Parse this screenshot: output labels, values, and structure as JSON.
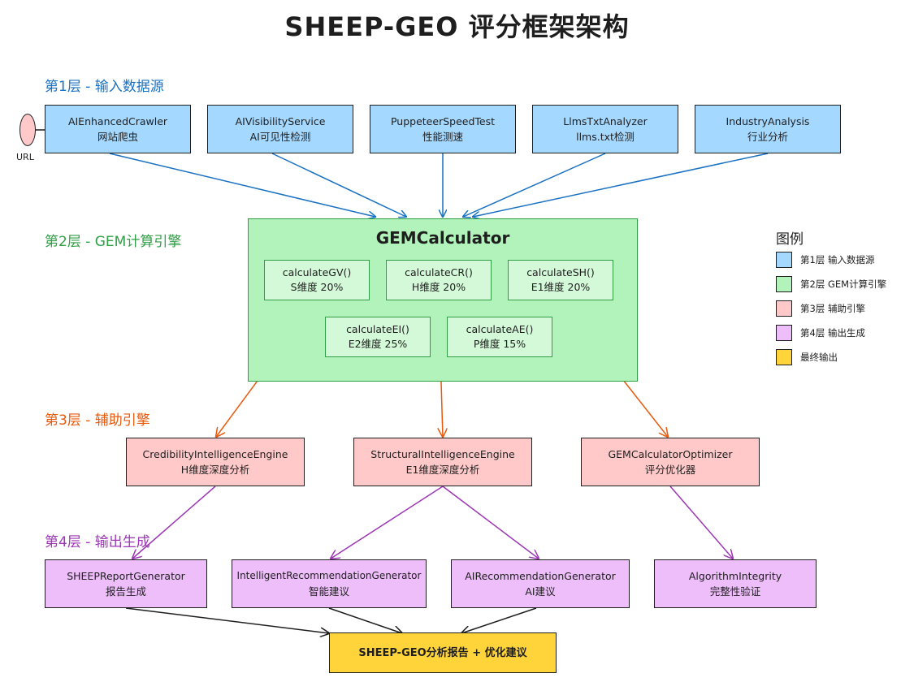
{
  "title": "SHEEP-GEO 评分框架架构",
  "colors": {
    "layer1": "#a5d8ff",
    "layer1_text": "#1971c2",
    "layer2": "#b2f2bb",
    "layer2_text": "#2f9e44",
    "layer3": "#ffc9c9",
    "layer3_text": "#e8590c",
    "layer4": "#eebefa",
    "layer4_text": "#9c36b5",
    "output": "#ffd43b"
  },
  "layers": {
    "l1": "第1层 - 输入数据源",
    "l2": "第2层 - GEM计算引擎",
    "l3": "第3层 - 辅助引擎",
    "l4": "第4层 - 输出生成"
  },
  "url_label": "URL",
  "inputs": [
    {
      "name": "AIEnhancedCrawler",
      "desc": "网站爬虫"
    },
    {
      "name": "AIVisibilityService",
      "desc": "AI可见性检测"
    },
    {
      "name": "PuppeteerSpeedTest",
      "desc": "性能测速"
    },
    {
      "name": "LlmsTxtAnalyzer",
      "desc": "llms.txt检测"
    },
    {
      "name": "IndustryAnalysis",
      "desc": "行业分析"
    }
  ],
  "gem": {
    "title": "GEMCalculator",
    "methods": [
      {
        "name": "calculateGV()",
        "desc": "S维度 20%"
      },
      {
        "name": "calculateCR()",
        "desc": "H维度 20%"
      },
      {
        "name": "calculateSH()",
        "desc": "E1维度 20%"
      },
      {
        "name": "calculateEI()",
        "desc": "E2维度 25%"
      },
      {
        "name": "calculateAE()",
        "desc": "P维度 15%"
      }
    ]
  },
  "engines": [
    {
      "name": "CredibilityIntelligenceEngine",
      "desc": "H维度深度分析"
    },
    {
      "name": "StructuralIntelligenceEngine",
      "desc": "E1维度深度分析"
    },
    {
      "name": "GEMCalculatorOptimizer",
      "desc": "评分优化器"
    }
  ],
  "outputs": [
    {
      "name": "SHEEPReportGenerator",
      "desc": "报告生成"
    },
    {
      "name": "IntelligentRecommendationGenerator",
      "desc": "智能建议"
    },
    {
      "name": "AIRecommendationGenerator",
      "desc": "AI建议"
    },
    {
      "name": "AlgorithmIntegrity",
      "desc": "完整性验证"
    }
  ],
  "final": "SHEEP-GEO分析报告 + 优化建议",
  "legend": {
    "title": "图例",
    "items": [
      {
        "label": "第1层 输入数据源",
        "color": "#a5d8ff"
      },
      {
        "label": "第2层 GEM计算引擎",
        "color": "#b2f2bb"
      },
      {
        "label": "第3层 辅助引擎",
        "color": "#ffc9c9"
      },
      {
        "label": "第4层 输出生成",
        "color": "#eebefa"
      },
      {
        "label": "最终输出",
        "color": "#ffd43b"
      }
    ]
  }
}
